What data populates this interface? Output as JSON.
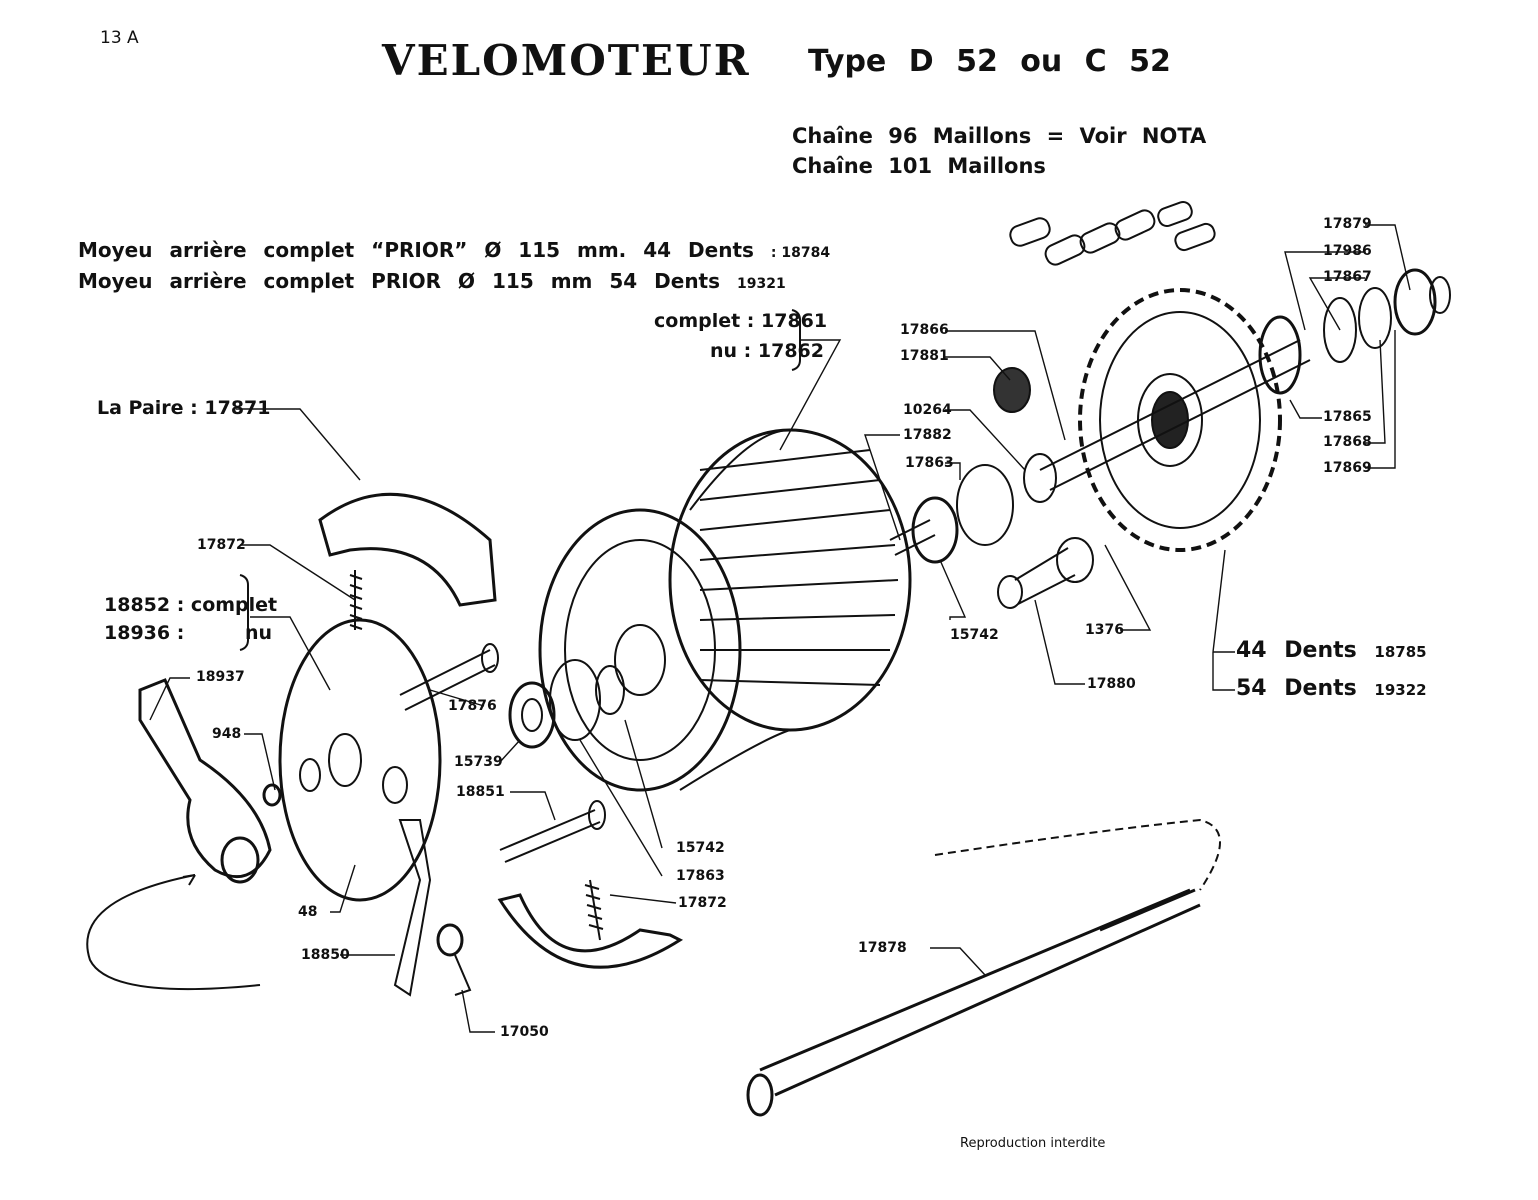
{
  "page_number": "13 A",
  "title": "VELOMOTEUR",
  "subtitle": "Type D 52 ou C 52",
  "chain_notes": [
    "Chaîne 96 Maillons = Voir NOTA",
    "Chaîne 101 Maillons"
  ],
  "hub_notes": [
    {
      "text": "Moyeu arrière complet “PRIOR” Ø 115 mm. 44 Dents",
      "ref": ": 18784"
    },
    {
      "text": "Moyeu arrière complet PRIOR Ø 115 mm 54 Dents",
      "ref": "19321"
    }
  ],
  "hub_body": {
    "complete": "complet : 17861",
    "bare": "nu : 17862"
  },
  "brake_shoes": "La Paire : 17871",
  "brake_plate": {
    "complete": "18852 : complet",
    "bare": "18936 :",
    "bare_word": "nu"
  },
  "sprocket_teeth": [
    {
      "teeth": "44 Dents",
      "ref": "18785"
    },
    {
      "teeth": "54 Dents",
      "ref": "19322"
    }
  ],
  "part_labels": {
    "p17879": "17879",
    "p17986": "17986",
    "p17867": "17867",
    "p17865": "17865",
    "p17868": "17868",
    "p17869": "17869",
    "p17866": "17866",
    "p17881": "17881",
    "p10264": "10264",
    "p17882": "17882",
    "p17863a": "17863",
    "p15742a": "15742",
    "p1376": "1376",
    "p17880": "17880",
    "p17872a": "17872",
    "p18937": "18937",
    "p948": "948",
    "p17876": "17876",
    "p15739": "15739",
    "p18851": "18851",
    "p15742b": "15742",
    "p17863b": "17863",
    "p17872b": "17872",
    "p48": "48",
    "p18850": "18850",
    "p17050": "17050",
    "p17878": "17878"
  },
  "footer": "Reproduction interdite"
}
